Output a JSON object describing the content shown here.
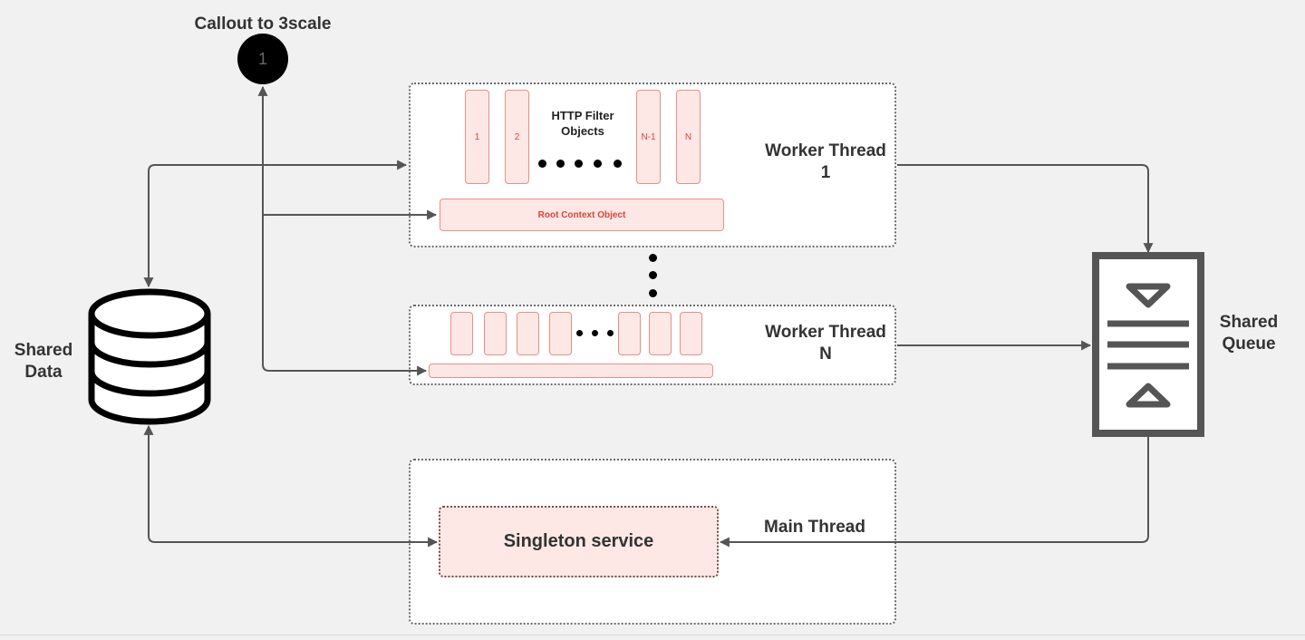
{
  "callout": {
    "title": "Callout to 3scale",
    "number": "1"
  },
  "worker1": {
    "label": "Worker Thread\n1",
    "filters_title": "HTTP Filter\nObjects",
    "filters": [
      "1",
      "2",
      "N-1",
      "N"
    ],
    "root_context": "Root Context Object"
  },
  "workerN": {
    "label": "Worker Thread\nN"
  },
  "main_thread": {
    "label": "Main Thread",
    "singleton": "Singleton service"
  },
  "shared_data": {
    "label": "Shared\nData",
    "icon": "database-icon"
  },
  "shared_queue": {
    "label": "Shared\nQueue",
    "icon": "queue-icon"
  },
  "colors": {
    "background": "#f1f1f1",
    "panel": "#ffffff",
    "object_fill": "#fde8e6",
    "object_border": "#e88f86",
    "object_text": "#d8453a",
    "connector": "#555555"
  }
}
